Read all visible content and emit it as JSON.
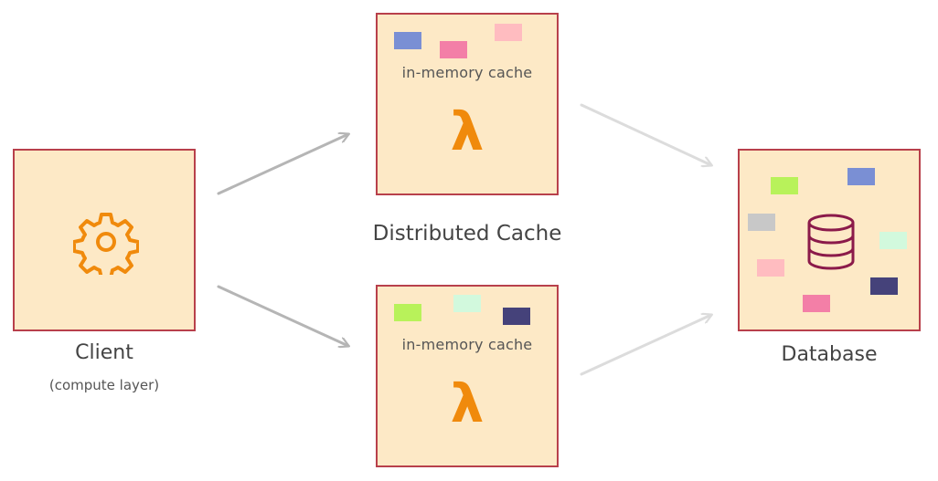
{
  "client": {
    "label": "Client",
    "sublabel": "(compute layer)",
    "icon": "gear-icon"
  },
  "distributed_cache": {
    "label": "Distributed Cache"
  },
  "lambda_nodes": [
    {
      "cache_label": "in-memory cache",
      "symbol": "λ",
      "chips": [
        "#7a8fd4",
        "#f37fa7",
        "#ffbcc0"
      ]
    },
    {
      "cache_label": "in-memory cache",
      "symbol": "λ",
      "chips": [
        "#b8f25a",
        "#d2f9dd",
        "#45427a"
      ]
    }
  ],
  "database": {
    "label": "Database",
    "icon": "database-icon",
    "chips": [
      "#b8f25a",
      "#7a8fd4",
      "#c8c8c8",
      "#d2f9dd",
      "#ffbcc0",
      "#45427a",
      "#f37fa7"
    ]
  },
  "colors": {
    "box_fill": "#fde9c6",
    "box_border": "#b8404b",
    "accent_orange": "#f08a0c",
    "db_icon": "#8b1a4a",
    "arrow": "#b5b5b5"
  }
}
